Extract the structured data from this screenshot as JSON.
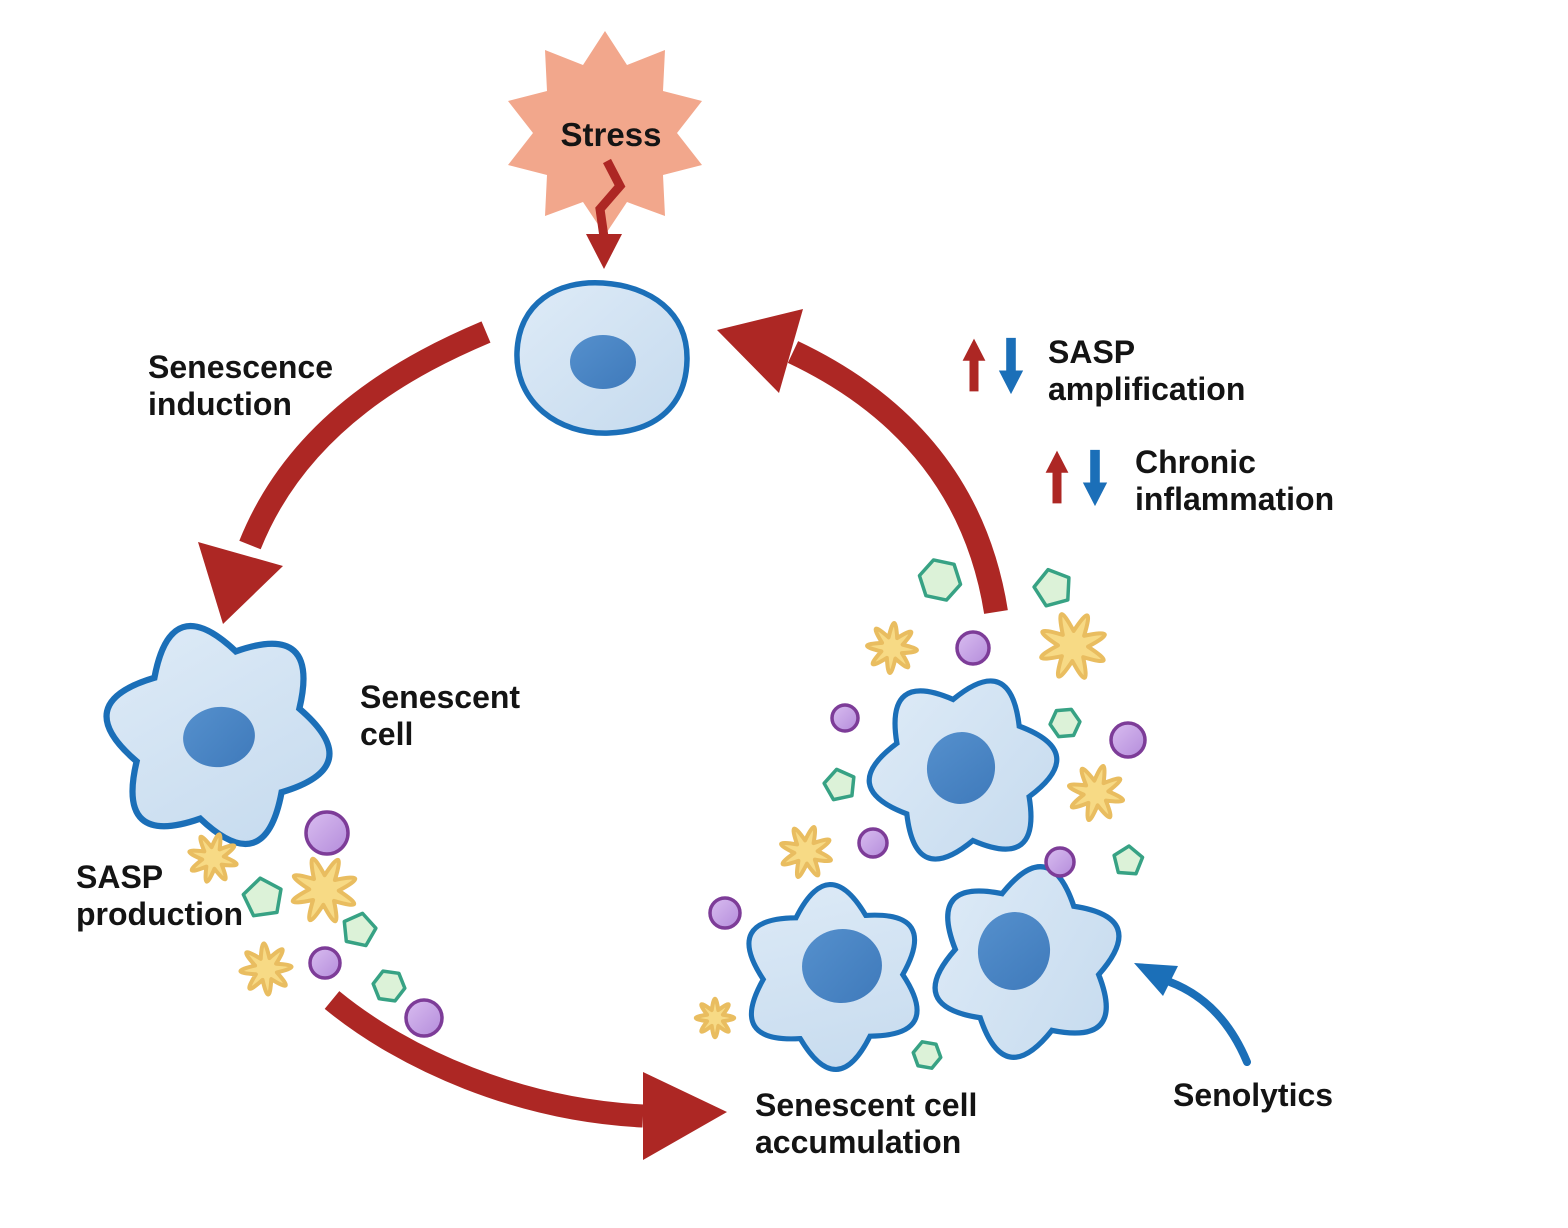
{
  "labels": {
    "stress": "Stress",
    "senescence_induction": [
      "Senescence",
      "induction"
    ],
    "senescent_cell": [
      "Senescent",
      "cell"
    ],
    "sasp_production": [
      "SASP",
      "production"
    ],
    "senescent_cell_accumulation": [
      "Senescent cell",
      "accumulation"
    ],
    "sasp_amplification": [
      "SASP",
      "amplification"
    ],
    "chronic_inflammation": [
      "Chronic",
      "inflammation"
    ],
    "senolytics": "Senolytics"
  },
  "colors": {
    "bg": "#FFFFFF",
    "text": "#141414",
    "red": "#AD2724",
    "blue": "#1B6FB8",
    "cell-stroke": "#1B6FB8",
    "cell-fill-light": "#DEEBF7",
    "cell-fill-dark": "#C5DAEE",
    "nucleus-light": "#5590CD",
    "nucleus-dark": "#3F7ABB",
    "stress-fill": "#F2A78C",
    "splat-fill": "#F7DA85",
    "splat-stroke": "#E9BD60",
    "pent-fill": "#DCF2D8",
    "pent-stroke": "#37A284",
    "ves-light": "#D9BDF0",
    "ves-dark": "#B48CDB",
    "ves-stroke": "#7D3C98"
  },
  "icons": {
    "stress-burst": "ten-point starburst (stress stimulus)",
    "cell-round": "round healthy cell with nucleus",
    "cell-senescent": "lobed senescent cell with nucleus",
    "sasp-factor-star": "yellow splat particle (SASP factor)",
    "sasp-factor-polygon": "green pentagon/hexagon particle (SASP factor)",
    "sasp-vesicle": "purple circle particle (SASP vesicle)",
    "cycle-arrow": "thick curved dark-red arrow",
    "increase-arrow": "red up arrow",
    "decrease-arrow": "blue down arrow",
    "senolytics-arrow": "thin curved blue arrow"
  }
}
